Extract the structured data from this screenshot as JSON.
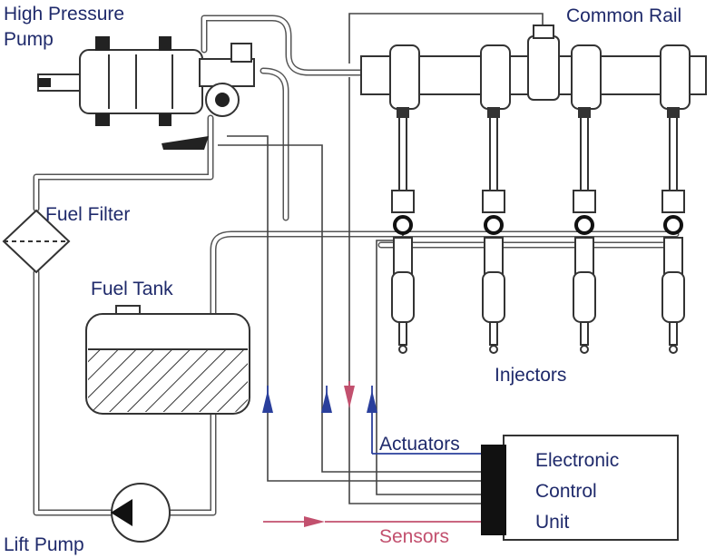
{
  "labels": {
    "high_pressure_pump_line1": "High Pressure",
    "high_pressure_pump_line2": "Pump",
    "common_rail": "Common Rail",
    "fuel_filter": "Fuel Filter",
    "fuel_tank": "Fuel Tank",
    "injectors": "Injectors",
    "actuators": "Actuators",
    "ecu_line1": "Electronic",
    "ecu_line2": "Control",
    "ecu_line3": "Unit",
    "sensors": "Sensors",
    "lift_pump": "Lift Pump"
  },
  "colors": {
    "label": "#1f2a6b",
    "actuator_wire": "#2a3f9c",
    "sensor_wire": "#c2506e",
    "line": "#333333"
  }
}
